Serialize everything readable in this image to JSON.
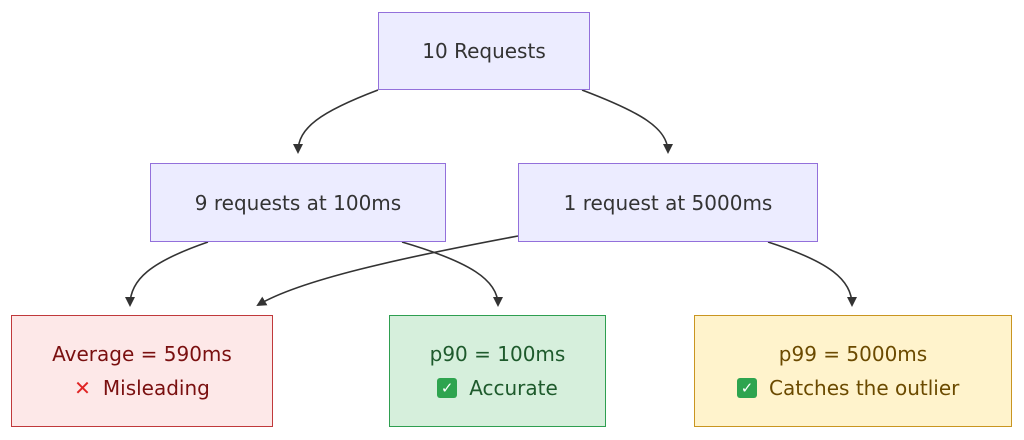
{
  "diagram": {
    "nodes": {
      "root": {
        "label": "10 Requests"
      },
      "fast": {
        "label": "9 requests at 100ms"
      },
      "slow": {
        "label": "1 request at 5000ms"
      },
      "average": {
        "line1": "Average = 590ms",
        "line2": "Misleading",
        "icon": "cross-mark-icon"
      },
      "p90": {
        "line1": "p90 = 100ms",
        "line2": "Accurate",
        "icon": "check-box-icon"
      },
      "p99": {
        "line1": "p99 = 5000ms",
        "line2": "Catches the outlier",
        "icon": "check-box-icon"
      }
    },
    "edges": [
      {
        "from": "root",
        "to": "fast"
      },
      {
        "from": "root",
        "to": "slow"
      },
      {
        "from": "fast",
        "to": "average"
      },
      {
        "from": "fast",
        "to": "p90"
      },
      {
        "from": "slow",
        "to": "average"
      },
      {
        "from": "slow",
        "to": "p99"
      }
    ],
    "colors": {
      "process_fill": "#ececff",
      "process_stroke": "#9370db",
      "bad_fill": "#fde8e8",
      "bad_stroke": "#c0393b",
      "good_fill": "#d6efdc",
      "good_stroke": "#2e9e50",
      "warn_fill": "#fff3cc",
      "warn_stroke": "#c99520",
      "edge": "#333333"
    }
  }
}
